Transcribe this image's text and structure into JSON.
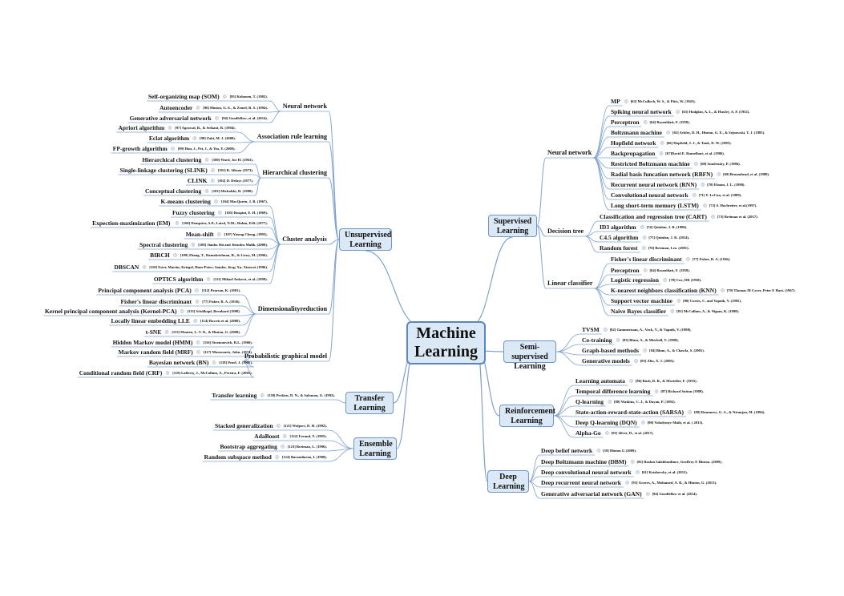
{
  "root": "Machine Learning",
  "left": [
    {
      "id": "unsup",
      "title": "Unsupervised Learning",
      "groups": [
        {
          "id": "nn",
          "title": "Neural network",
          "items": [
            {
              "label": "Self-organizing map (SOM)",
              "ref": "[95] Kohonen, T. (1982)."
            },
            {
              "label": "Autoencoder",
              "ref": "[96] Hinton, G. E., & Zemel, R. S. (1994)."
            },
            {
              "label": "Generative adversarial network",
              "ref": "[94] Goodfellow, et al. (2014)."
            }
          ]
        },
        {
          "id": "arl",
          "title": "Association rule learning",
          "items": [
            {
              "label": "Apriori algorithm",
              "ref": "[97] Agrawal, R., & Srikant, R. (1994)."
            },
            {
              "label": "Eclat algorithm",
              "ref": "[98] Zaki, M. J. (2000)."
            },
            {
              "label": "FP-growth algorithm",
              "ref": "[99] Han, J., Pei, J., & Yin, Y. (2000)."
            }
          ]
        },
        {
          "id": "hc",
          "title": "Hierarchical clustering",
          "items": [
            {
              "label": "Hierarchical clustering",
              "ref": "[100] Ward, Joe H. (1963)."
            },
            {
              "label": "Single-linkage clustering (SLINK)",
              "ref": "[101] R. Sibson (1973)."
            },
            {
              "label": "CLINK",
              "ref": "[102] D. Defays (1977)."
            },
            {
              "label": "Conceptual clustering",
              "ref": "[103] Michalski, R. (1980)."
            }
          ]
        },
        {
          "id": "ca",
          "title": "Cluster analysis",
          "items": [
            {
              "label": "K-means clustering",
              "ref": "[104] MacQueen, J. B. (1967)."
            },
            {
              "label": "Fuzzy clustering",
              "ref": "[105] Ruspini, E. H. (1969)."
            },
            {
              "label": "Expection-maximization  (EM)",
              "ref": "[106] Dempster, A.P.; Laird, N.M.; Rubin, D.B. (1977)."
            },
            {
              "label": "Mean-shift",
              "ref": "[107] Yizong Cheng. (1995)."
            },
            {
              "label": "Spectral clustering",
              "ref": "[108] Jianbo Shi and Jitendra Malik. (2000)."
            },
            {
              "label": "BIRCH",
              "ref": "[109] Zhang, T., Ramakrishnan, R., & Livny, M. (1996)."
            },
            {
              "label": "DBSCAN",
              "ref": "[110] Ester, Martin; Kriegel, Hans-Peter; Sander, Jörg; Xu, Xiaowei (1996)."
            },
            {
              "label": "OPTICS algorithm",
              "ref": "[111] Mihael Ankerst, et al. (1999)."
            }
          ]
        },
        {
          "id": "dr",
          "title": "Dimensionalityreduction",
          "items": [
            {
              "label": "Principal component analysis (PCA)",
              "ref": "[112] Pearson, K. (1901)."
            },
            {
              "label": "Fisher's linear discriminant",
              "ref": "[77] Fisher, R. A. (1936)."
            },
            {
              "label": "Kernel principal component analysis (Kernel-PCA)",
              "ref": "[113] Schölkopf, Bernhard (1998)."
            },
            {
              "label": "Locally linear embedding LLE",
              "ref": "[114] Roweis et al. (2000)."
            },
            {
              "label": "t-SNE",
              "ref": "[115] Maaten, L. V. D., & Hinton, G. (2008)."
            }
          ]
        },
        {
          "id": "pgm",
          "title": "Probabilistic graphical model",
          "items": [
            {
              "label": "Hidden Markov model (HMM)",
              "ref": "[116] Stratonovich, R.L. (1960)."
            },
            {
              "label": "Markov random field (MRF)",
              "ref": "[117] Moussouris, John. (1974)."
            },
            {
              "label": "Bayesian network (BN)",
              "ref": "[118] Pearl, J. (1986)."
            },
            {
              "label": "Conditional random field (CRF)",
              "ref": "[119] Lafferty, J., McCallum, A., Pereira, F. (2001)."
            }
          ]
        }
      ]
    },
    {
      "id": "transfer",
      "title": "Transfer Learning",
      "items": [
        {
          "label": "Transfer learning",
          "ref": "[120] Perkins, D. N., & Salomon, G. (1992)."
        }
      ]
    },
    {
      "id": "ensemble",
      "title": "Ensemble Learning",
      "items": [
        {
          "label": "Stacked generalization",
          "ref": "[121] Wolpert, D. H. (1992)."
        },
        {
          "label": "AdaBoost",
          "ref": "[122] Freund, Y. (1995)."
        },
        {
          "label": "Bootstrap aggregating",
          "ref": "[123] Breiman, L. (1996)."
        },
        {
          "label": "Random subspace method",
          "ref": "[124] Barandiaran, I. (1998)."
        }
      ]
    }
  ],
  "right": [
    {
      "id": "sup",
      "title": "Supervised Learning",
      "groups": [
        {
          "id": "snn",
          "title": "Neural network",
          "items": [
            {
              "label": "MP",
              "ref": "[62] McCulloch, W. S., & Pitts, W. (1943)."
            },
            {
              "label": "Spiking neural network",
              "ref": "[63] Hodgkin, A. L., & Huxley, A. F. (1952)."
            },
            {
              "label": "Perceptron",
              "ref": "[64] Rosenblatt, F. (1958)."
            },
            {
              "label": "Boltzmann machine",
              "ref": "[65] Ackley, D. H., Hinton, G. E., & Sejnowski, T. J. (1985)."
            },
            {
              "label": "Hopfield network",
              "ref": "[66] Hopfield, J. J., & Tank, D. W. (1985)."
            },
            {
              "label": "Backpropagation",
              "ref": "[67]David E. Rumelhart, et al. (1986)."
            },
            {
              "label": "Restricted Boltzmann machine",
              "ref": "[68] Smolensky, P. (1986)."
            },
            {
              "label": "Radial basis funcation network (RBFN)",
              "ref": "[69] Broomhead, et al. (1988)."
            },
            {
              "label": "Recurrent neural network (RNN)",
              "ref": "[70] Elman, J. L. (1990)."
            },
            {
              "label": "Convolutional neural network",
              "ref": "[71] Y. LeCun, et al. (1989)."
            },
            {
              "label": "Long short-term memory (LSTM)",
              "ref": "[72] S. Hochreiter, et al.(1997)."
            }
          ]
        },
        {
          "id": "dt",
          "title": "Decision tree",
          "items": [
            {
              "label": "Classification and regression tree (CART)",
              "ref": "[73] Breiman et al. (2017)."
            },
            {
              "label": "ID3 algorithm",
              "ref": "[74] Quinlan, J. R. (1986)."
            },
            {
              "label": "C4.5 algorithm",
              "ref": "[75] Quinlan, J. R. (2014)."
            },
            {
              "label": "Random forest",
              "ref": "[76] Breiman, Leo. (2001)."
            }
          ]
        },
        {
          "id": "lc",
          "title": "Linear classifier",
          "items": [
            {
              "label": "Fisher's linear discriminant",
              "ref": "[77] Fisher, R. A. (1936)."
            },
            {
              "label": "Perceptron",
              "ref": "[64] Rosenblatt, F. (1958)."
            },
            {
              "label": "Logistic regression",
              "ref": "[78] Cox, DR (1958)."
            },
            {
              "label": "K-nearest neighbors classification (KNN)",
              "ref": "[79] Thomas M Cover, Peter E Hart. (1967)."
            },
            {
              "label": "Support vector machine",
              "ref": "[80] Cortes, C. and Vapnik, V. (1995)."
            },
            {
              "label": "Naive Bayes classifier",
              "ref": "[81] McCallum, A., & Nigam, K. (1998)."
            }
          ]
        }
      ]
    },
    {
      "id": "semi",
      "title": "Semi-supervised Learning",
      "items": [
        {
          "label": "TVSM",
          "ref": "[82] Gammerman, A., Vovk, V., & Vapnik, V. (1998)."
        },
        {
          "label": "Co-training",
          "ref": "[83] Blum, A., & Mitchell, T. (1998)."
        },
        {
          "label": "Graph-based methods",
          "ref": "[84] Blum, A., & Chawla, S. (2001)."
        },
        {
          "label": "Generative models",
          "ref": "[85] Zhu, X. J. (2005)."
        }
      ]
    },
    {
      "id": "rl",
      "title": "Reinforcement Learning",
      "items": [
        {
          "label": "Learning automata",
          "ref": "[86] Bush, R. R., & Mosteller, F. (1955)."
        },
        {
          "label": "Temporal difference learning",
          "ref": "[87] Richard Sutton (1988)."
        },
        {
          "label": "Q-learning",
          "ref": "[88] Watkins, C. J., & Dayan, P. (1992)."
        },
        {
          "label": "State-action-reward-state-action (SARSA)",
          "ref": "[89] Rummery, G. A., & Niranjan, M. (1994)."
        },
        {
          "label": "Deep Q-learning (DQN)",
          "ref": "[90] Volodymyr Mnih, et al. ( 2013)."
        },
        {
          "label": "Alpha-Go",
          "ref": "[91] Silver, D., et al. (2017)."
        }
      ]
    },
    {
      "id": "deep",
      "title": "Deep Learning",
      "items": [
        {
          "label": "Deep belief network",
          "ref": "[59] Hinton G (2009)."
        },
        {
          "label": "Deep Boltzmann machine (DBM)",
          "ref": "[92] Ruslan Salakhutdinov, Geoffrey E Hinton. (2009)."
        },
        {
          "label": "Deep convolutional neural network",
          "ref": "[61] Krizhevsky, et al. (2012)."
        },
        {
          "label": "Deep recurrent neural network",
          "ref": "[93] Graves, A., Mohamed, A. R., & Hinton, G. (2013)."
        },
        {
          "label": "Generative adversarial network (GAN)",
          "ref": "[94] Goodfellow et al. (2014)."
        }
      ]
    }
  ],
  "colors": {
    "box_fill": "#dbe8f6",
    "box_border": "#6d96c6",
    "link": "#7fa2cf",
    "ref_marker": "#6a8bb5"
  }
}
